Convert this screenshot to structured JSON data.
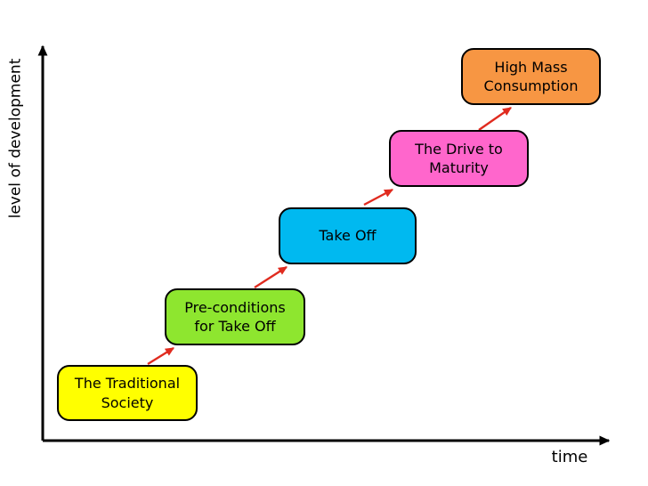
{
  "diagram": {
    "y_axis_label": "level of development",
    "x_axis_label": "time"
  },
  "colors": {
    "axis": "#000000",
    "arrow": "#e02b1f",
    "box_border": "#000000",
    "text": "#000000"
  },
  "stages": [
    {
      "name": "traditional-society",
      "lines": [
        "The Traditional",
        "Society"
      ],
      "color": "#ffff00"
    },
    {
      "name": "pre-conditions",
      "lines": [
        "Pre-conditions",
        "for Take Off"
      ],
      "color": "#8ee62f"
    },
    {
      "name": "take-off",
      "lines": [
        "Take Off"
      ],
      "color": "#00b9f0"
    },
    {
      "name": "drive-to-maturity",
      "lines": [
        "The Drive to",
        "Maturity"
      ],
      "color": "#ff66cc"
    },
    {
      "name": "high-mass-consumption",
      "lines": [
        "High Mass",
        "Consumption"
      ],
      "color": "#f79643"
    }
  ]
}
